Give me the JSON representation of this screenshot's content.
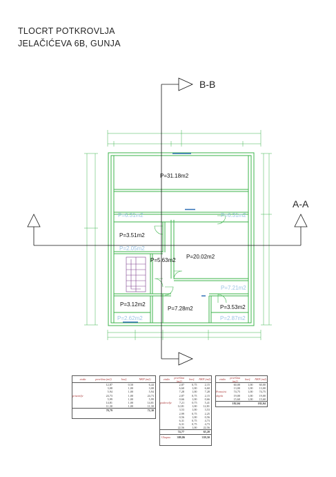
{
  "title": {
    "line1": "TLOCRT POTKROVLJA",
    "line2": "JELAČIĆEVA 6B, GUNJA"
  },
  "sections": {
    "bb": "B-B",
    "aa": "A-A"
  },
  "rooms": {
    "r1": "P=31.18m2",
    "r2": "P=3.51m2",
    "r3": "P=20.02m2",
    "r4": "P=5.63m2",
    "r5": "P=3.12m2",
    "r6": "P=7.28m2",
    "r7": "P=3.53m2"
  },
  "faded_labels": {
    "f1": "P=6.31m2",
    "f2": "P=6.31m2",
    "f3": "P=2.05m2",
    "f4": "P=7.21m2",
    "f5": "P=2.62m2",
    "f6": "P=2.87m2"
  },
  "tables": {
    "t1": {
      "headers": [
        "etaža",
        "površina (m2)",
        "koef.",
        "NKP (m2)"
      ],
      "rows": [
        [
          "",
          "12,87",
          "0,50",
          "6,44"
        ],
        [
          "",
          "3,08",
          "1,00",
          "3,08"
        ],
        [
          "",
          "5,94",
          "1,00",
          "5,94"
        ],
        [
          "prizemlje",
          "24,73",
          "1,00",
          "24,73"
        ],
        [
          "",
          "5,99",
          "1,00",
          "5,99"
        ],
        [
          "",
          "14,81",
          "1,00",
          "14,81"
        ],
        [
          "",
          "11,30",
          "1,00",
          "11,30"
        ]
      ],
      "sum": [
        "",
        "78,79",
        "",
        "72,30"
      ]
    },
    "t2": {
      "headers": [
        "etaža",
        "površina (m2)",
        "koef.",
        "NKP (m2)"
      ],
      "rows": [
        [
          "",
          "2,87",
          "0,75",
          "2,15"
        ],
        [
          "",
          "6,60",
          "1,00",
          "6,60"
        ],
        [
          "",
          "7,28",
          "1,00",
          "7,28"
        ],
        [
          "",
          "2,87",
          "0,75",
          "2,15"
        ],
        [
          "",
          "0,66",
          "1,00",
          "0,66"
        ],
        [
          "potkrovlje",
          "7,21",
          "0,75",
          "5,41"
        ],
        [
          "",
          "12,81",
          "1,00",
          "12,81"
        ],
        [
          "",
          "3,53",
          "1,00",
          "3,53"
        ],
        [
          "",
          "2,99",
          "0,75",
          "2,25"
        ],
        [
          "",
          "0,56",
          "1,00",
          "0,56"
        ],
        [
          "",
          "6,31",
          "0,75",
          "4,73"
        ],
        [
          "",
          "6,31",
          "0,75",
          "4,73"
        ],
        [
          "",
          "22,56",
          "1,00",
          "22,56"
        ]
      ],
      "sum": [
        "",
        "74,77",
        "",
        "65,20"
      ],
      "total": [
        "Ukupno",
        "389,86",
        "",
        "339,50"
      ]
    },
    "t3": {
      "headers": [
        "etaža",
        "površina (m2)",
        "koef.",
        "NKP (m2)"
      ],
      "rows": [
        [
          "",
          "60,00",
          "1,00",
          "60,00"
        ],
        [
          "",
          "13,00",
          "1,00",
          "13,00"
        ],
        [
          "Pomoćni",
          "74,75",
          "1,00",
          "74,75"
        ],
        [
          "objekt",
          "19,00",
          "1,00",
          "19,00"
        ],
        [
          "",
          "15,60",
          "1,00",
          "15,60"
        ]
      ],
      "sum": [
        "",
        "182,04",
        "",
        "182,04"
      ]
    }
  },
  "colors": {
    "wall": "#3bb34a",
    "dimension": "#3bb34a",
    "section_line": "#111111",
    "faded_text": "#9cc4e4",
    "table_label": "#a33333"
  }
}
